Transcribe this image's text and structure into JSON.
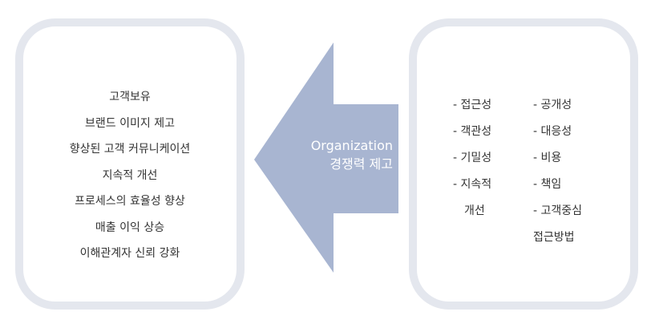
{
  "colors": {
    "box_border": "#e4e7ee",
    "arrow_fill": "#a8b5d1",
    "text": "#333333",
    "arrow_text": "#ffffff"
  },
  "left_box": {
    "items": [
      "고객보유",
      "브랜드 이미지 제고",
      "향상된 고객 커뮤니케이션",
      "지속적 개선",
      "프로세스의 효율성 향상",
      "매출 이익 상승",
      "이해관계자 신뢰 강화"
    ]
  },
  "arrow": {
    "direction": "left",
    "line1": "Organization",
    "line2": "경쟁력 제고"
  },
  "right_box": {
    "column1": [
      "- 접근성",
      "- 객관성",
      "- 기밀성",
      "- 지속적",
      "  개선"
    ],
    "column2": [
      "- 공개성",
      "- 대응성",
      "- 비용",
      "- 책임",
      "- 고객중심",
      "접근방법"
    ]
  }
}
